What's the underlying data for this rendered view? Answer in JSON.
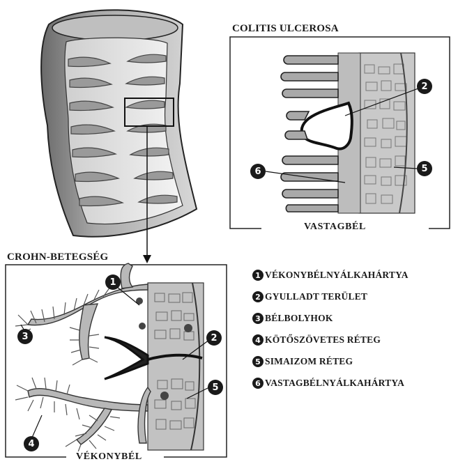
{
  "panels": {
    "colitis": {
      "title": "COLITIS ULCEROSA",
      "caption": "VASTAGBÉL"
    },
    "crohn": {
      "title": "CROHN-BETEGSÉG",
      "caption": "VÉKONYBÉL"
    }
  },
  "callouts": {
    "colitis_area": "2",
    "colitis_muscle": "5",
    "colitis_mucosa": "6",
    "crohn_mucosa": "1",
    "crohn_area": "2",
    "crohn_villi": "3",
    "crohn_connective": "4",
    "crohn_muscle": "5"
  },
  "legend": [
    {
      "num": "1",
      "label": "VÉKONYBÉLNYÁLKAHÁRTYA"
    },
    {
      "num": "2",
      "label": "GYULLADT TERÜLET"
    },
    {
      "num": "3",
      "label": "BÉLBOLYHOK"
    },
    {
      "num": "4",
      "label": "KÖTŐSZÖVETES RÉTEG"
    },
    {
      "num": "5",
      "label": "SIMAIZOM RÉTEG"
    },
    {
      "num": "6",
      "label": "VASTAGBÉLNYÁLKAHÁRTYA"
    }
  ]
}
